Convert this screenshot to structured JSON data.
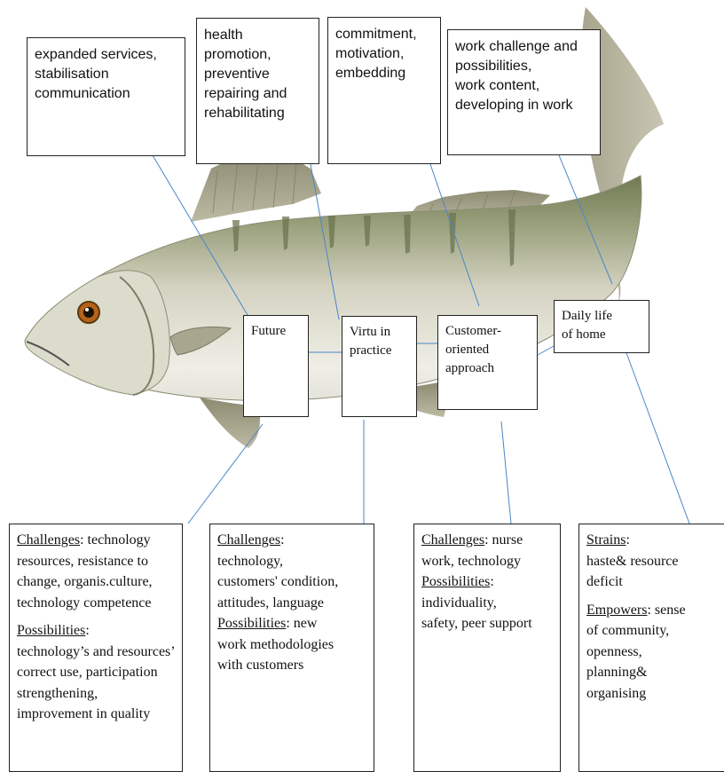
{
  "top_boxes": {
    "box1": "expanded  services,\nstabilisation\ncommunication",
    "box2": "health\npromotion,\npreventive\nrepairing and\nrehabilitating",
    "box3": "commitment,\nmotivation,\nembedding",
    "box4": "work challenge and\npossibilities,\nwork content,\ndeveloping in work"
  },
  "middle_boxes": {
    "future": "Future",
    "virtu": "Virtu in\npractice",
    "customer": "Customer-\noriented\napproach",
    "daily": "Daily life\nof home"
  },
  "bottom_boxes": {
    "b1": {
      "h1": "Challenges",
      "t1": ": technology resources, resistance to change, organis.culture, technology competence",
      "h2": "Possibilities",
      "t2": ":\ntechnology’s and resources’ correct use, participation strengthening, improvement in quality"
    },
    "b2": {
      "h1": "Challenges",
      "t1": ":\ntechnology,\ncustomers' condition,\nattitudes,  language",
      "h2": "Possibilities",
      "t2": ":   new\nwork methodologies\nwith customers"
    },
    "b3": {
      "h1": "Challenges",
      "t1": ": nurse\nwork, technology",
      "h2": "Possibilities",
      "t2": ":\nindividuality,\nsafety, peer support"
    },
    "b4": {
      "h1": "Strains",
      "t1": ":\nhaste& resource\ndeficit",
      "h2": "Empowers",
      "t2": ":   sense\nof community,\nopenness,\nplanning&\norganising"
    }
  },
  "colors": {
    "fish_body": "#c9c9b4",
    "fish_back": "#8a9268",
    "fish_belly": "#ecebe3",
    "fins": "#a29f86",
    "eye": "#b5621a",
    "connector": "#4a86c8"
  }
}
